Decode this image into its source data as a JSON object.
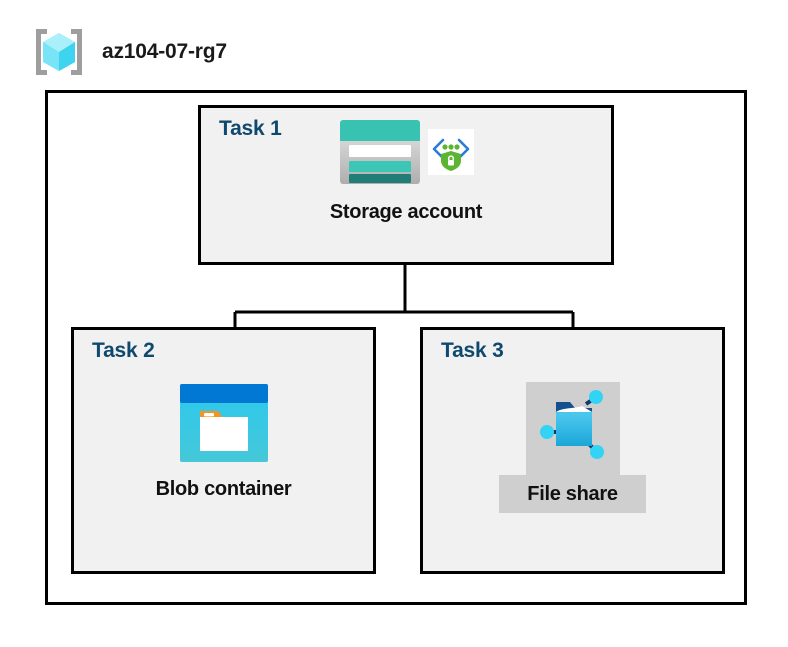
{
  "header": {
    "icon": "resource-group-icon",
    "title": "az104-07-rg7"
  },
  "boundary": {
    "name": "resource-group-boundary"
  },
  "tasks": [
    {
      "id": "task-1",
      "label": "Task 1",
      "node": {
        "caption": "Storage account",
        "icons": [
          "storage-account-icon",
          "secure-endpoint-shield-icon"
        ],
        "highlighted": false
      }
    },
    {
      "id": "task-2",
      "label": "Task 2",
      "node": {
        "caption": "Blob container",
        "icons": [
          "blob-container-icon"
        ],
        "highlighted": false
      }
    },
    {
      "id": "task-3",
      "label": "Task 3",
      "node": {
        "caption": "File share",
        "icons": [
          "file-share-icon"
        ],
        "highlighted": true
      }
    }
  ],
  "connectors": {
    "description": "Storage account branches down to Blob container and File share"
  },
  "colors": {
    "task_label": "#10496e",
    "caption": "#111111",
    "panel_background": "#f1f1f1",
    "border": "#000000",
    "page_background": "#ffffff",
    "highlight": "#cfcfcf",
    "storage_teal": "#37c2b1",
    "storage_teal_dark": "#217e77",
    "blob_blue": "#0078d4",
    "blob_cyan": "#32c8e8",
    "blob_orange": "#f7931e",
    "fileshare_node": "#32d4f5",
    "rg_cube_cyan": "#5fe2f7",
    "rg_bracket_gray": "#9e9e9e",
    "shield_green": "#5cb531"
  }
}
